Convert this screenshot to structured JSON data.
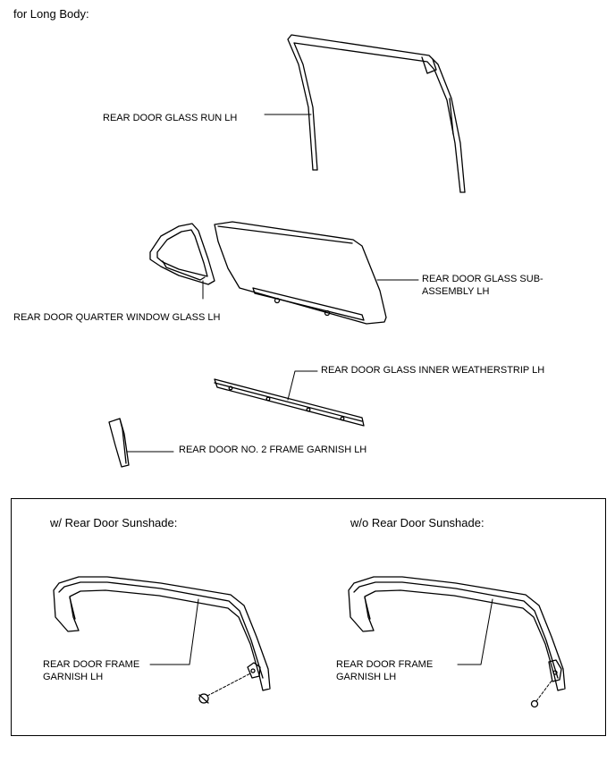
{
  "header": {
    "title": "for Long Body:"
  },
  "labels": {
    "glass_run": "REAR DOOR GLASS RUN LH",
    "glass_sub_line1": "REAR DOOR GLASS SUB-",
    "glass_sub_line2": "ASSEMBLY LH",
    "quarter_window": "REAR DOOR QUARTER WINDOW GLASS LH",
    "inner_weatherstrip": "REAR DOOR GLASS INNER WEATHERSTRIP LH",
    "frame_garnish_no2": "REAR DOOR NO. 2 FRAME GARNISH LH"
  },
  "variants": [
    {
      "title": "w/ Rear Door Sunshade:",
      "label_line1": "REAR DOOR FRAME",
      "label_line2": "GARNISH LH"
    },
    {
      "title": "w/o Rear Door Sunshade:",
      "label_line1": "REAR DOOR FRAME",
      "label_line2": "GARNISH LH"
    }
  ]
}
